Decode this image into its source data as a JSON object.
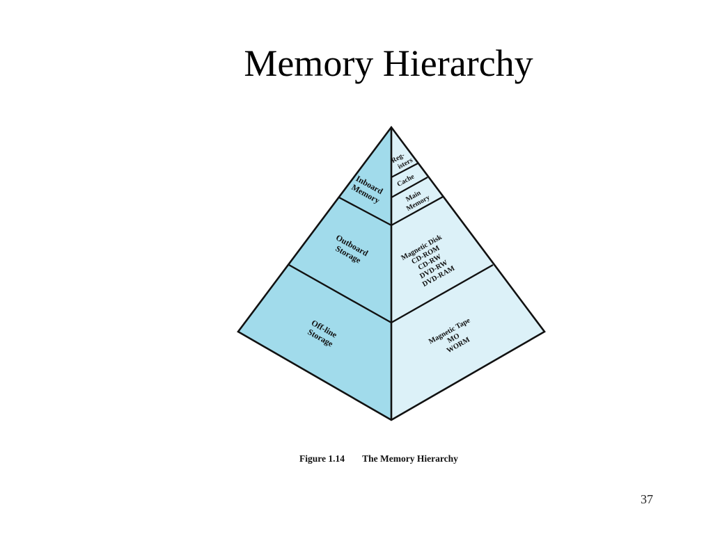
{
  "slide": {
    "title": "Memory Hierarchy",
    "page_number": "37"
  },
  "figure": {
    "caption_number": "Figure 1.14",
    "caption_title": "The Memory Hierarchy",
    "left_face_color": "#a1dbeb",
    "right_face_color": "#dcf1f8",
    "outline_color": "#111111",
    "left_labels": {
      "inboard": [
        "Inboard",
        "Memory"
      ],
      "outboard": [
        "Outboard",
        "Storage"
      ],
      "offline": [
        "Off-line",
        "Storage"
      ]
    },
    "right_labels": {
      "registers": [
        "Reg-",
        "isters"
      ],
      "cache": [
        "Cache"
      ],
      "main_memory": [
        "Main",
        "Memory"
      ],
      "outboard_media": [
        "Magnetic Disk",
        "CD-ROM",
        "CD-RW",
        "DVD-RW",
        "DVD-RAM"
      ],
      "offline_media": [
        "Magnetic Tape",
        "MO",
        "WORM"
      ]
    }
  }
}
